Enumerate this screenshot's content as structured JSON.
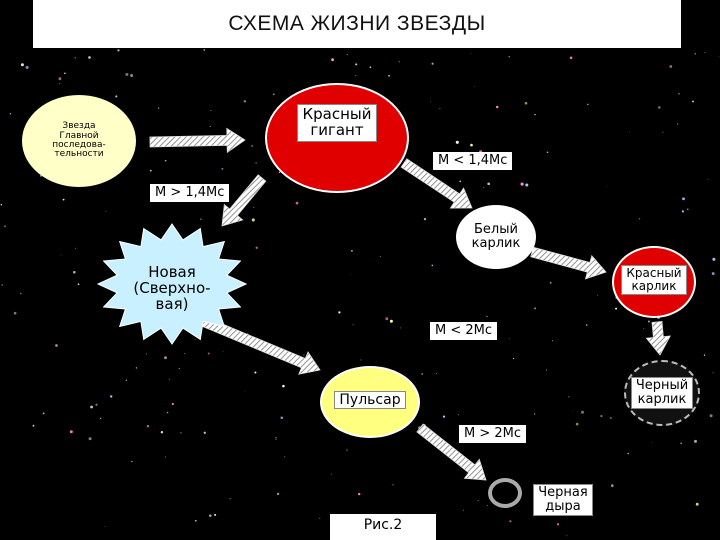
{
  "title": "СХЕМА ЖИЗНИ ЗВЕЗДЫ",
  "colors": {
    "background": "#000000",
    "yellow_star": "#ffffc8",
    "red": "#e00000",
    "white": "#ffffff",
    "nova_glow": "#c8f0ff",
    "pulsar": "#ffff80",
    "black_dwarf": "#111111"
  },
  "nodes": {
    "main_sequence": "Звезда\nГлавной\nпоследова-\nтельности",
    "red_giant": "Красный\nгигант",
    "white_dwarf": "Белый\nкарлик",
    "red_dwarf": "Красный\nкарлик",
    "nova": "Новая\n(Сверхно-\nвая)",
    "pulsar": "Пульсар",
    "black_dwarf": "Черный\nкарлик",
    "black_hole": "Черная\nдыра"
  },
  "conditions": {
    "m_less_14": "M < 1,4Mс",
    "m_more_14": "M > 1,4Mс",
    "m_less_2": "M < 2Mс",
    "m_more_2": "M > 2Mс"
  },
  "caption": "Рис.2"
}
